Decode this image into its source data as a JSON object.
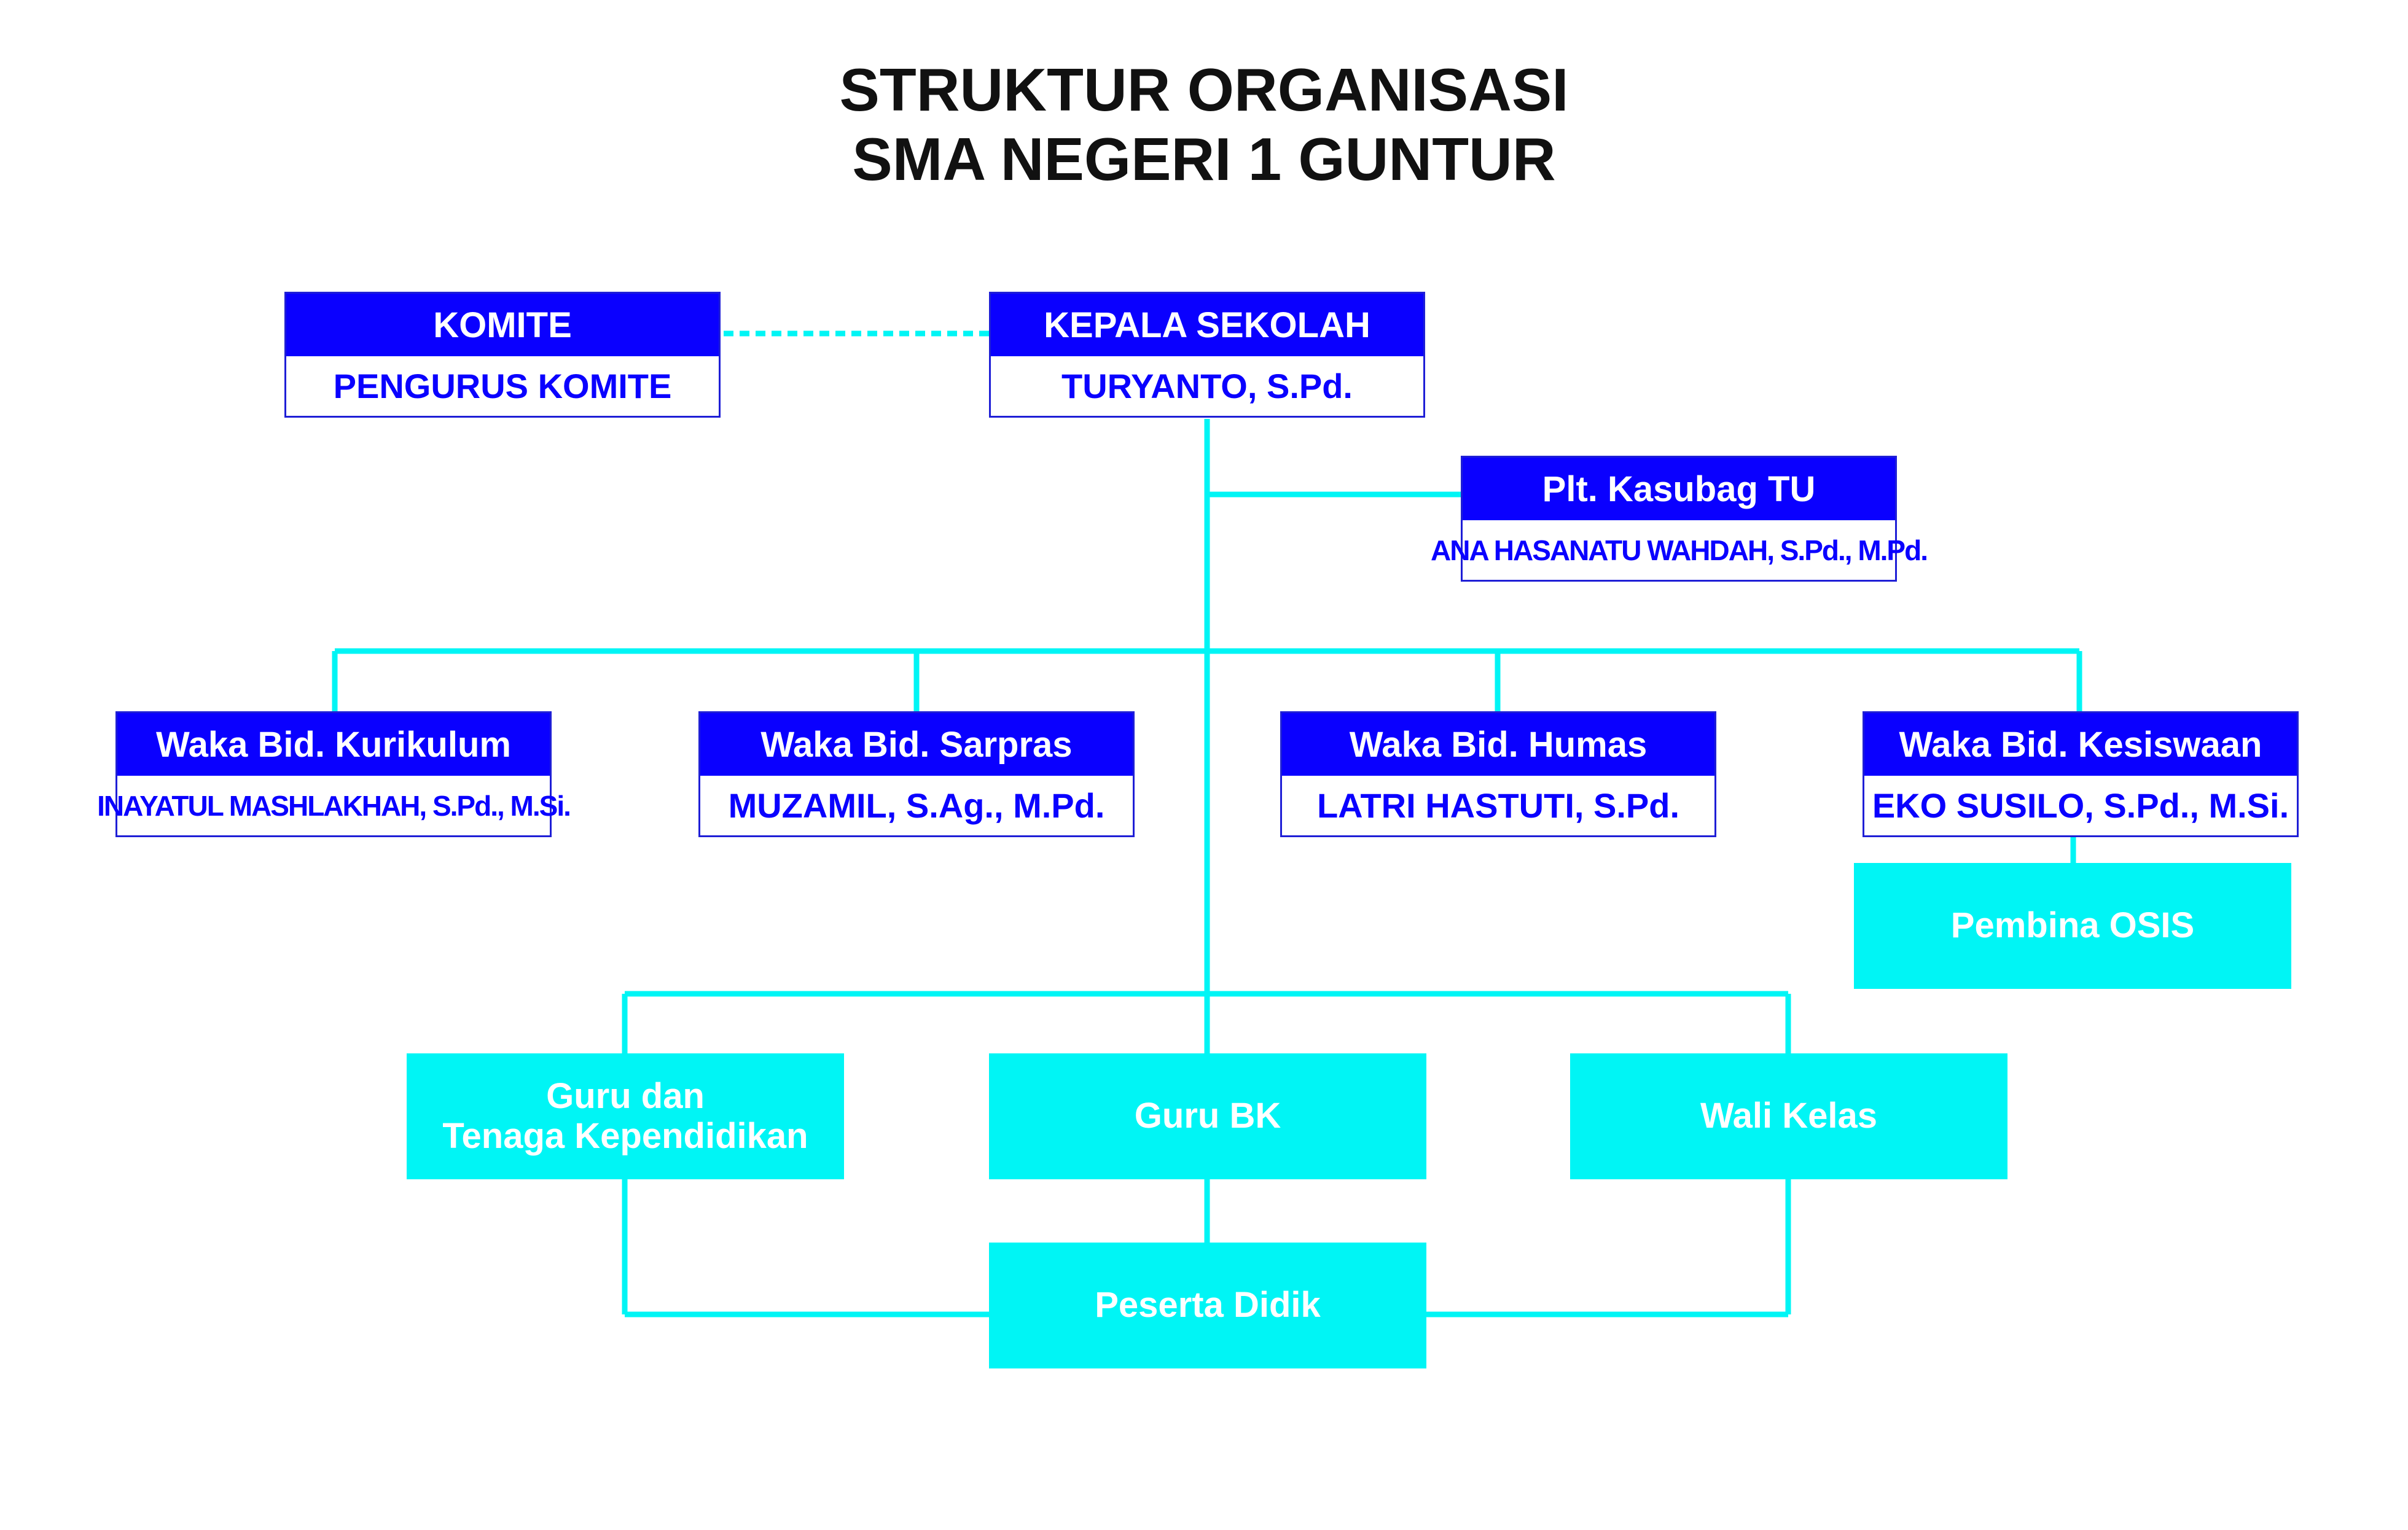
{
  "title": {
    "line1": "STRUKTUR ORGANISASI",
    "line2": "SMA NEGERI 1 GUNTUR"
  },
  "colors": {
    "header_fill": "#0a00ff",
    "name_text": "#0a00ff",
    "connector": "#00f5f5",
    "unit_fill": "#00f5f5",
    "unit_text": "#ffffff"
  },
  "komite": {
    "role": "KOMITE",
    "name": "PENGURUS KOMITE"
  },
  "kepala": {
    "role": "KEPALA SEKOLAH",
    "name": "TURYANTO, S.Pd."
  },
  "kasubag": {
    "role": "Plt. Kasubag TU",
    "name": "ANA HASANATU WAHDAH, S.Pd., M.Pd."
  },
  "waka": [
    {
      "role": "Waka Bid. Kurikulum",
      "name": "INAYATUL MASHLAKHAH, S.Pd., M.Si."
    },
    {
      "role": "Waka Bid. Sarpras",
      "name": "MUZAMIL, S.Ag., M.Pd."
    },
    {
      "role": "Waka Bid. Humas",
      "name": "LATRI HASTUTI, S.Pd."
    },
    {
      "role": "Waka Bid. Kesiswaan",
      "name": "EKO SUSILO, S.Pd., M.Si."
    }
  ],
  "units": {
    "pembina_osis": "Pembina OSIS",
    "guru_line1": "Guru dan",
    "guru_line2": "Tenaga Kependidikan",
    "guru_bk": "Guru BK",
    "wali_kelas": "Wali Kelas",
    "peserta_didik": "Peserta Didik"
  }
}
